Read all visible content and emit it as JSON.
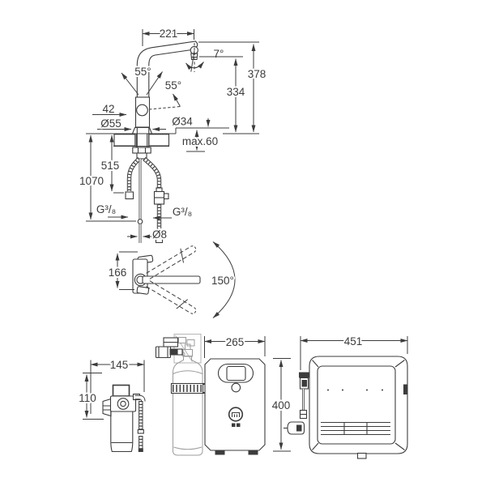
{
  "colors": {
    "line": "#3c3c3c",
    "light_gray": "#b6b6b6",
    "mid_gray": "#9c9c9c",
    "background": "#ffffff"
  },
  "faucet_front_view": {
    "spout_reach": "221",
    "aerator_angle": "7°",
    "total_height": "378",
    "spout_height": "334",
    "lever_angle_front": "55°",
    "lever_angle_side": "55°",
    "lever_offset": "42",
    "base_diameter": "Ø55",
    "hole_diameter": "Ø34",
    "counter_thickness": "max.60",
    "hose_length_to_connector": "515",
    "hose_length_total": "1070",
    "thread_left": "G³/₈",
    "thread_right": "G³/₈",
    "pin_diameter": "Ø8"
  },
  "top_view": {
    "body_depth": "166",
    "swivel_angle": "150°"
  },
  "installation_views": {
    "filter_width": "145",
    "filter_head_height": "110",
    "cooler_front_width": "265",
    "cooler_height": "400",
    "cooler_side_width": "451"
  }
}
